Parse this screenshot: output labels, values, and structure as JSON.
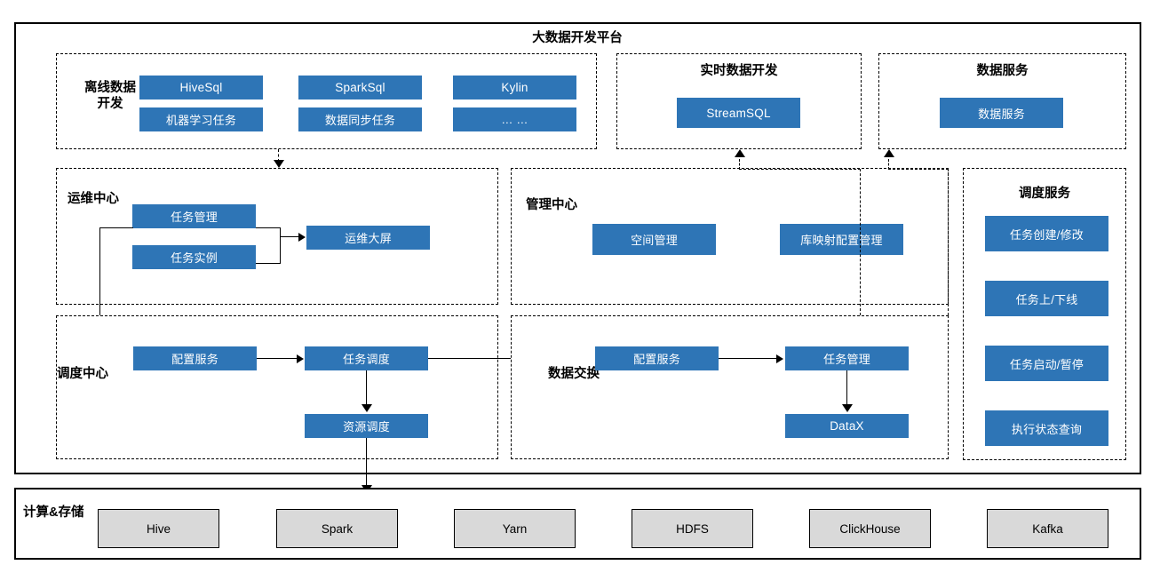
{
  "diagram": {
    "title": "大数据开发平台",
    "type": "architecture-diagram",
    "colors": {
      "node_blue": "#2E75B6",
      "node_grey": "#D9D9D9",
      "border": "#000000",
      "text_on_blue": "#FFFFFF"
    },
    "groups": {
      "offline_dev": {
        "label": "离线数据\n开发",
        "label_line1": "离线数据",
        "label_line2": "开发",
        "nodes": [
          "HiveSql",
          "SparkSql",
          "Kylin",
          "机器学习任务",
          "数据同步任务",
          "… …"
        ]
      },
      "realtime_dev": {
        "label": "实时数据开发",
        "nodes": [
          "StreamSQL"
        ]
      },
      "data_service": {
        "label": "数据服务",
        "nodes": [
          "数据服务"
        ]
      },
      "ops_center": {
        "label": "运维中心",
        "nodes": [
          "任务管理",
          "任务实例",
          "运维大屏"
        ]
      },
      "manage_center": {
        "label": "管理中心",
        "nodes": [
          "空间管理",
          "库映射配置管理"
        ]
      },
      "schedule_service": {
        "label": "调度服务",
        "nodes": [
          "任务创建/修改",
          "任务上/下线",
          "任务启动/暂停",
          "执行状态查询"
        ]
      },
      "schedule_center": {
        "label": "调度中心",
        "nodes": [
          "配置服务",
          "任务调度",
          "资源调度"
        ]
      },
      "data_exchange": {
        "label": "数据交换",
        "nodes": [
          "配置服务",
          "任务管理",
          "DataX"
        ]
      },
      "compute_storage": {
        "label": "计算&存储",
        "nodes": [
          "Hive",
          "Spark",
          "Yarn",
          "HDFS",
          "ClickHouse",
          "Kafka"
        ]
      }
    },
    "connectors": [
      {
        "name": "offline-dev-to-ops-center",
        "style": "dashed",
        "direction": "down"
      },
      {
        "name": "schedule-center-to-realtime-dev",
        "style": "dashed",
        "direction": "up"
      },
      {
        "name": "data-exchange-to-data-service",
        "style": "dashed",
        "direction": "up"
      },
      {
        "name": "task-mgmt-to-ops-dashboard",
        "style": "solid",
        "direction": "right"
      },
      {
        "name": "ops-center-to-config-service",
        "style": "solid",
        "direction": "right"
      },
      {
        "name": "config-service-to-task-schedule",
        "style": "solid",
        "direction": "right"
      },
      {
        "name": "task-schedule-to-resource-schedule",
        "style": "solid",
        "direction": "down"
      },
      {
        "name": "task-schedule-to-exchange-config-service",
        "style": "solid",
        "direction": "right"
      },
      {
        "name": "exchange-config-to-task-mgmt",
        "style": "solid",
        "direction": "right"
      },
      {
        "name": "exchange-task-mgmt-to-datax",
        "style": "solid",
        "direction": "down"
      },
      {
        "name": "resource-schedule-to-compute-storage",
        "style": "solid",
        "direction": "down"
      }
    ]
  }
}
